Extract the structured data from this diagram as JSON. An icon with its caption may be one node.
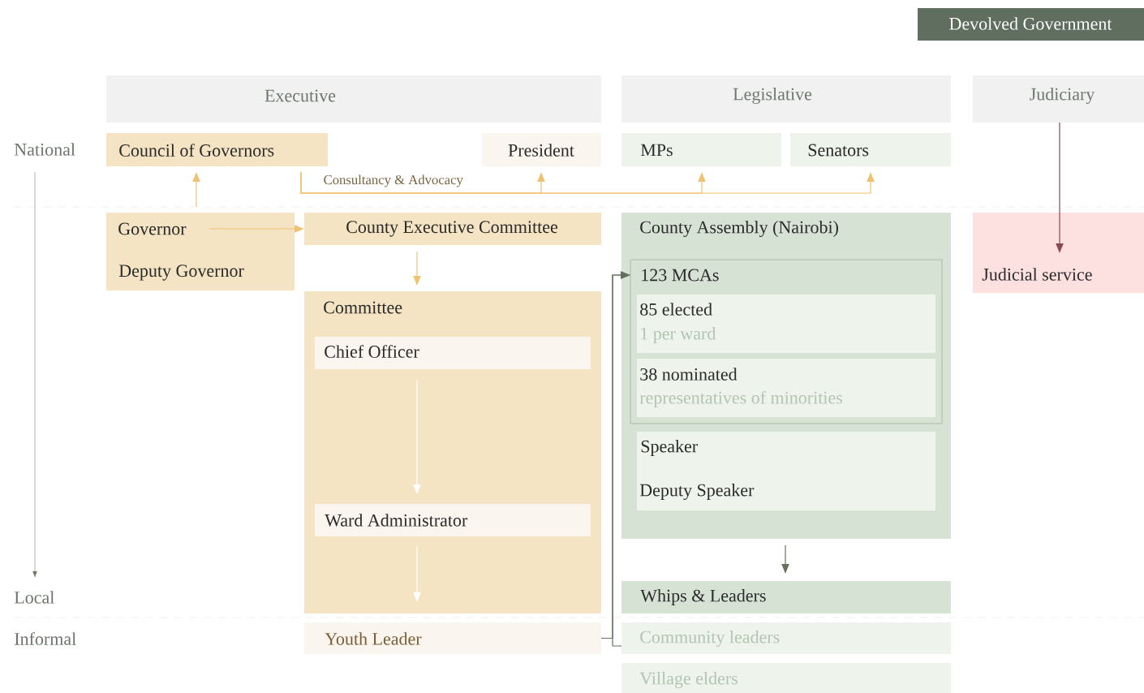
{
  "diagram": {
    "nodes": [
      {
        "text": [
          "Devolved Government"
        ]
      },
      {
        "text": [
          "Executive"
        ]
      },
      {
        "text": [
          "Legislative"
        ]
      },
      {
        "text": [
          "Judiciary"
        ]
      },
      {
        "text": [
          "Council of  Governors"
        ]
      },
      {
        "text": [
          "President"
        ]
      },
      {
        "text": [
          "MPs"
        ]
      },
      {
        "text": [
          "Senators"
        ]
      },
      {
        "text": [
          "Governor",
          "Deputy Governor"
        ]
      },
      {
        "text": [
          "County Executive Committee"
        ]
      },
      {
        "text": [
          "County Assembly (Nairobi)"
        ]
      },
      {
        "text": [
          "123 MCAs"
        ],
        "in": 10
      },
      {
        "text": [
          "85 elected",
          "1 per ward"
        ],
        "in": 11
      },
      {
        "text": [
          "38 nominated",
          "representatives of  minorities"
        ],
        "in": 11
      },
      {
        "text": [
          "Speaker",
          "Deputy Speaker"
        ],
        "in": 10
      },
      {
        "text": [
          "Judicial service"
        ]
      },
      {
        "text": [
          "Committee"
        ]
      },
      {
        "text": [
          "Chief  Officer"
        ],
        "in": 16
      },
      {
        "text": [
          "Ward Administrator"
        ],
        "in": 16
      },
      {
        "text": [
          "Whips & Leaders"
        ]
      },
      {
        "text": [
          "Youth Leader"
        ]
      },
      {
        "text": [
          "Community leaders"
        ]
      },
      {
        "text": [
          "Village elders"
        ]
      }
    ],
    "edges": [
      {
        "from": 8,
        "to": 4,
        "arrow": "to"
      },
      {
        "from": 8,
        "to": 9,
        "arrow": "to"
      },
      {
        "from": 4,
        "to": 5,
        "arrow": "to",
        "label": "Consultancy & Advocacy"
      },
      {
        "from": 4,
        "to": 6,
        "arrow": "to"
      },
      {
        "from": 4,
        "to": 7,
        "arrow": "to"
      },
      {
        "from": 9,
        "to": 16,
        "arrow": "to"
      },
      {
        "from": 17,
        "to": 18,
        "arrow": "to",
        "color": "#ffffff"
      },
      {
        "from": 18,
        "to": null,
        "arrow": "to",
        "color": "#ffffff"
      },
      {
        "from": 3,
        "to": 15,
        "arrow": "to",
        "color": "#8b4a52"
      },
      {
        "from": 10,
        "to": 19,
        "arrow": "to",
        "color": "#65705f"
      },
      {
        "from": 20,
        "to": 11,
        "arrow": "to",
        "color": "#65705f"
      },
      {
        "from": 21,
        "to": 11,
        "arrow": "to",
        "color": "#65705f"
      }
    ],
    "labels": [
      "National",
      "Local",
      "Informal"
    ]
  }
}
